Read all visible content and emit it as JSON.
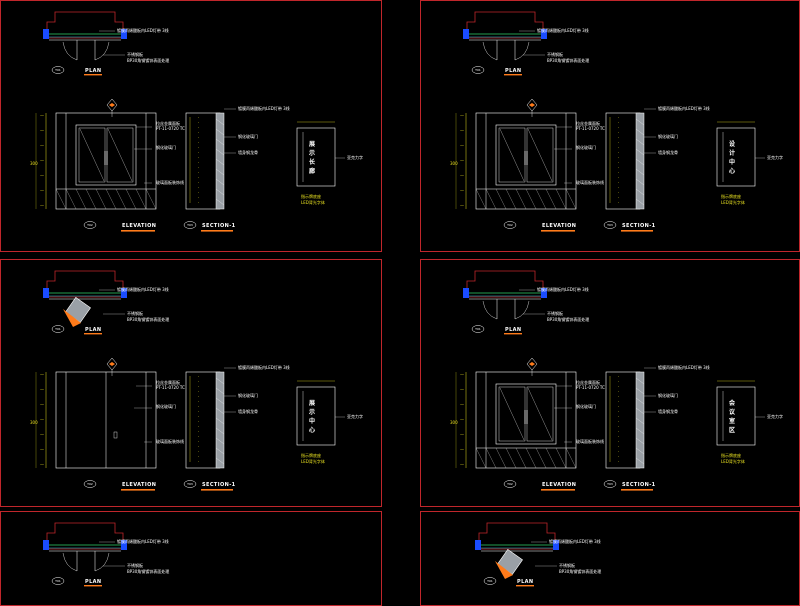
{
  "labels": {
    "plan": "PLAN",
    "elevation": "ELEVATION",
    "section": "SECTION-1",
    "dim_total": "300",
    "plan_note_1": "镀膜丙烯酸板内LED灯带 3线",
    "plan_note_2": "不锈钢板",
    "plan_note_3": "BP30角钢镀锌表面处理",
    "elev_note_1": "拉丝金属面板",
    "elev_note_2": "PT-11-0720 TC",
    "elev_note_3": "钢化玻璃门",
    "elev_note_4": "玻璃面板装饰线",
    "sect_note_1": "镀膜丙烯酸板内LED灯带 3线",
    "sect_note_2": "钢化玻璃门",
    "sect_note_3": "墙身钢龙骨",
    "sign_note_1": "亚克力字",
    "sign_note_2": "指示牌底座",
    "sign_note_3": "LED背光字体",
    "tag_1": "T01",
    "tag_2": "T02",
    "tag_3": "T03"
  },
  "sheets": [
    {
      "sign_text": [
        "展",
        "示",
        "长",
        "廊"
      ]
    },
    {
      "sign_text": [
        "设",
        "计",
        "中",
        "心"
      ]
    },
    {
      "sign_text": [
        "展",
        "示",
        "中",
        "心"
      ]
    },
    {
      "sign_text": [
        "会",
        "议",
        "室",
        "区"
      ]
    }
  ],
  "colors": {
    "frame": "#c0262b",
    "line": "#ffffff",
    "dim": "#e8e020",
    "accent_blue": "#1a4cff",
    "accent_green": "#2fd36b",
    "accent_cyan": "#29c7d6",
    "accent_orange": "#ff7b1a",
    "door_glass": "#9aa0a6"
  }
}
